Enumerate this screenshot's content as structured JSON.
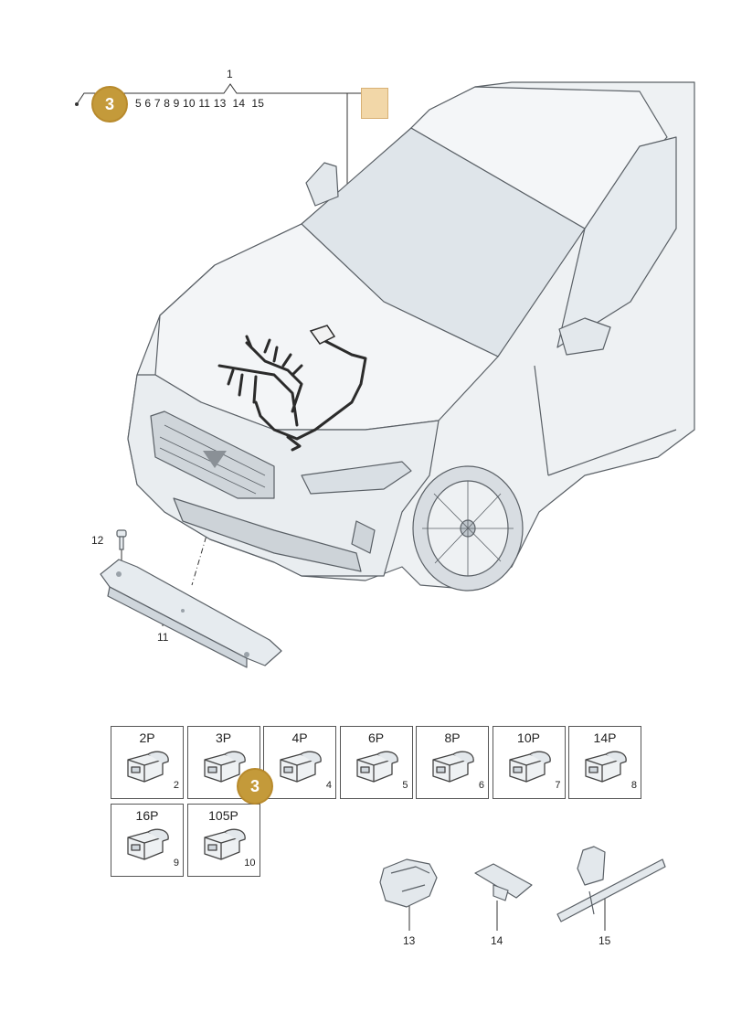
{
  "header": {
    "top_number": "1",
    "badge": "3",
    "sequence": "5 6 7 8 9 10 11 13  14  15"
  },
  "callouts": {
    "c12": "12",
    "c11": "11",
    "c13": "13",
    "c14": "14",
    "c15": "15"
  },
  "connectors": [
    {
      "label": "2P",
      "num": "2"
    },
    {
      "label": "3P",
      "num": "3"
    },
    {
      "label": "4P",
      "num": "4"
    },
    {
      "label": "6P",
      "num": "5"
    },
    {
      "label": "8P",
      "num": "6"
    },
    {
      "label": "10P",
      "num": "7"
    },
    {
      "label": "14P",
      "num": "8"
    },
    {
      "label": "16P",
      "num": "9"
    },
    {
      "label": "105P",
      "num": "10"
    }
  ],
  "grid_badge": "3",
  "colors": {
    "badge": "#c49a3a",
    "car_fill": "#eef1f3",
    "car_line": "#5a6066",
    "harness": "#2b2b2b",
    "thumb": "#f2d7a8"
  }
}
